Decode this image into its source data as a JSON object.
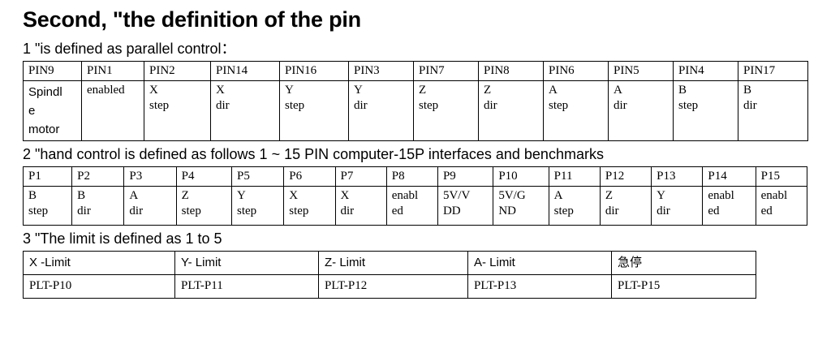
{
  "document": {
    "title": "Second, \"the definition of the pin"
  },
  "sections": [
    {
      "id": "parallel",
      "heading": "1 \"is defined as parallel control：",
      "table": {
        "headers": [
          "PIN9",
          "PIN1",
          "PIN2",
          "PIN14",
          "PIN16",
          "PIN3",
          "PIN7",
          "PIN8",
          "PIN6",
          "PIN5",
          "PIN4",
          "PIN17"
        ],
        "rows": [
          [
            [
              "Spindl",
              "e",
              "motor"
            ],
            [
              "enabled"
            ],
            [
              "X",
              "step"
            ],
            [
              "X",
              "dir"
            ],
            [
              "Y",
              "step"
            ],
            [
              "Y",
              "dir"
            ],
            [
              "Z",
              "step"
            ],
            [
              "Z",
              "dir"
            ],
            [
              "A",
              "step"
            ],
            [
              "A",
              "dir"
            ],
            [
              "B",
              "step"
            ],
            [
              "B",
              "dir"
            ]
          ]
        ]
      }
    },
    {
      "id": "handcontrol",
      "heading": "2 \"hand control is defined as follows 1 ~ 15 PIN computer-15P interfaces and benchmarks",
      "table": {
        "headers": [
          "P1",
          "P2",
          "P3",
          "P4",
          "P5",
          "P6",
          "P7",
          "P8",
          "P9",
          "P10",
          "P11",
          "P12",
          "P13",
          "P14",
          "P15"
        ],
        "rows": [
          [
            [
              "B",
              "step"
            ],
            [
              "B",
              "dir"
            ],
            [
              "A",
              "dir"
            ],
            [
              "Z",
              "step"
            ],
            [
              "Y",
              "step"
            ],
            [
              "X",
              "step"
            ],
            [
              "X",
              "dir"
            ],
            [
              "enabl",
              "ed"
            ],
            [
              "5V/V",
              "DD"
            ],
            [
              "5V/G",
              "ND"
            ],
            [
              "A",
              "step"
            ],
            [
              "Z",
              "dir"
            ],
            [
              "Y",
              "dir"
            ],
            [
              "enabl",
              "ed"
            ],
            [
              "enabl",
              "ed"
            ]
          ]
        ]
      }
    },
    {
      "id": "limit",
      "heading": "3 \"The limit is defined as 1 to 5",
      "table": {
        "headers": [
          "X -Limit",
          "Y- Limit",
          "Z- Limit",
          "A- Limit",
          "急停"
        ],
        "rows": [
          [
            "PLT-P10",
            "PLT-P11",
            "PLT-P12",
            "PLT-P13",
            "PLT-P15"
          ]
        ]
      }
    }
  ],
  "colors": {
    "background": "#ffffff",
    "text": "#000000",
    "border": "#000000"
  }
}
